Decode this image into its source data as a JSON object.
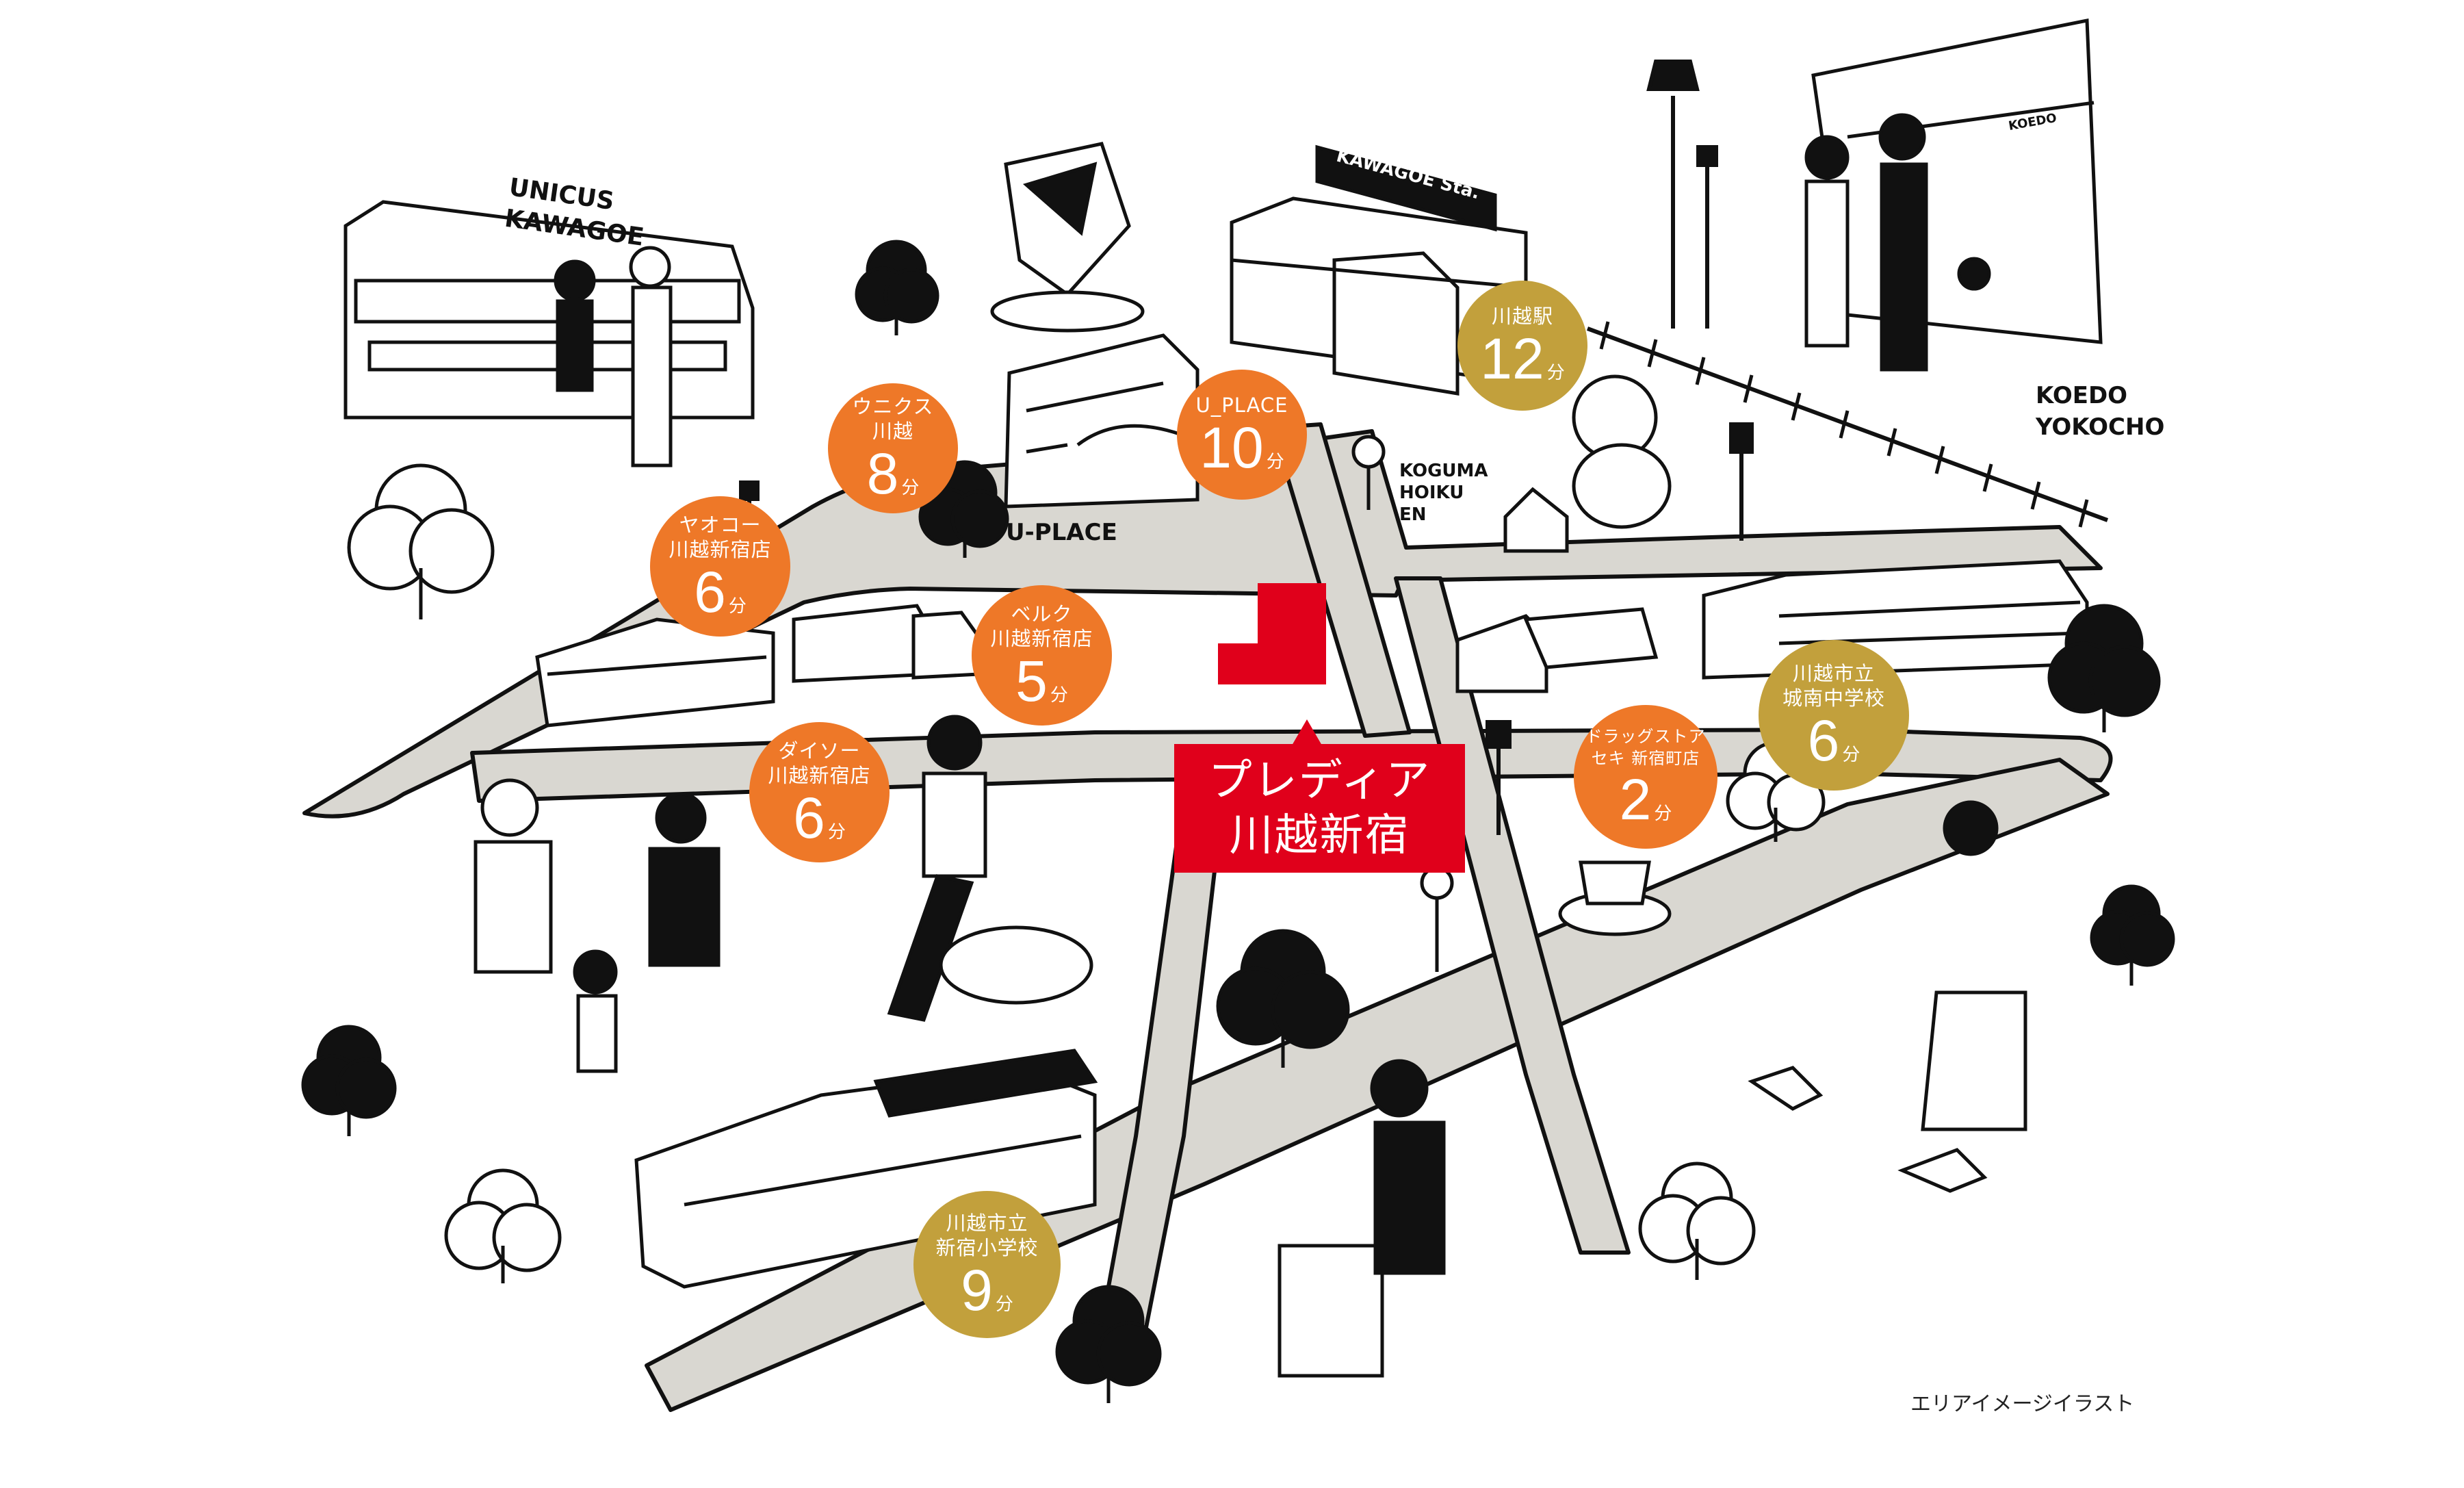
{
  "map": {
    "colors": {
      "road": "#D9D7D1",
      "property": "#E0001B",
      "shop_badge": "#EE7828",
      "public_badge": "#C2A03C",
      "ink": "#111111"
    },
    "property": {
      "label": "プレディア\n川越新宿"
    },
    "badges": [
      {
        "id": "unicus",
        "category": "shop",
        "name": "ウニクス\n川越",
        "minutes": "8",
        "unit": "分"
      },
      {
        "id": "uplace",
        "category": "shop",
        "name": "U_PLACE",
        "minutes": "10",
        "unit": "分"
      },
      {
        "id": "station",
        "category": "public",
        "name": "川越駅",
        "minutes": "12",
        "unit": "分"
      },
      {
        "id": "yaoko",
        "category": "shop",
        "name": "ヤオコー\n川越新宿店",
        "minutes": "6",
        "unit": "分"
      },
      {
        "id": "belc",
        "category": "shop",
        "name": "ベルク\n川越新宿店",
        "minutes": "5",
        "unit": "分"
      },
      {
        "id": "daiso",
        "category": "shop",
        "name": "ダイソー\n川越新宿店",
        "minutes": "6",
        "unit": "分"
      },
      {
        "id": "drug",
        "category": "shop",
        "name": "ドラッグストア\nセキ 新宿町店",
        "minutes": "2",
        "unit": "分"
      },
      {
        "id": "jhs",
        "category": "public",
        "name": "川越市立\n城南中学校",
        "minutes": "6",
        "unit": "分"
      },
      {
        "id": "es",
        "category": "public",
        "name": "川越市立\n新宿小学校",
        "minutes": "9",
        "unit": "分"
      }
    ],
    "landmark_labels": {
      "unicus": "UNICUS\nKAWAGOE",
      "station_sign": "KAWAGOE Sta.",
      "koedo_sign": "KOEDO",
      "koedo": "KOEDO\nYOKOCHO",
      "uplace": "U-PLACE",
      "koguma": "KOGUMA\nHOIKU\nEN"
    },
    "caption": "エリアイメージイラスト"
  }
}
